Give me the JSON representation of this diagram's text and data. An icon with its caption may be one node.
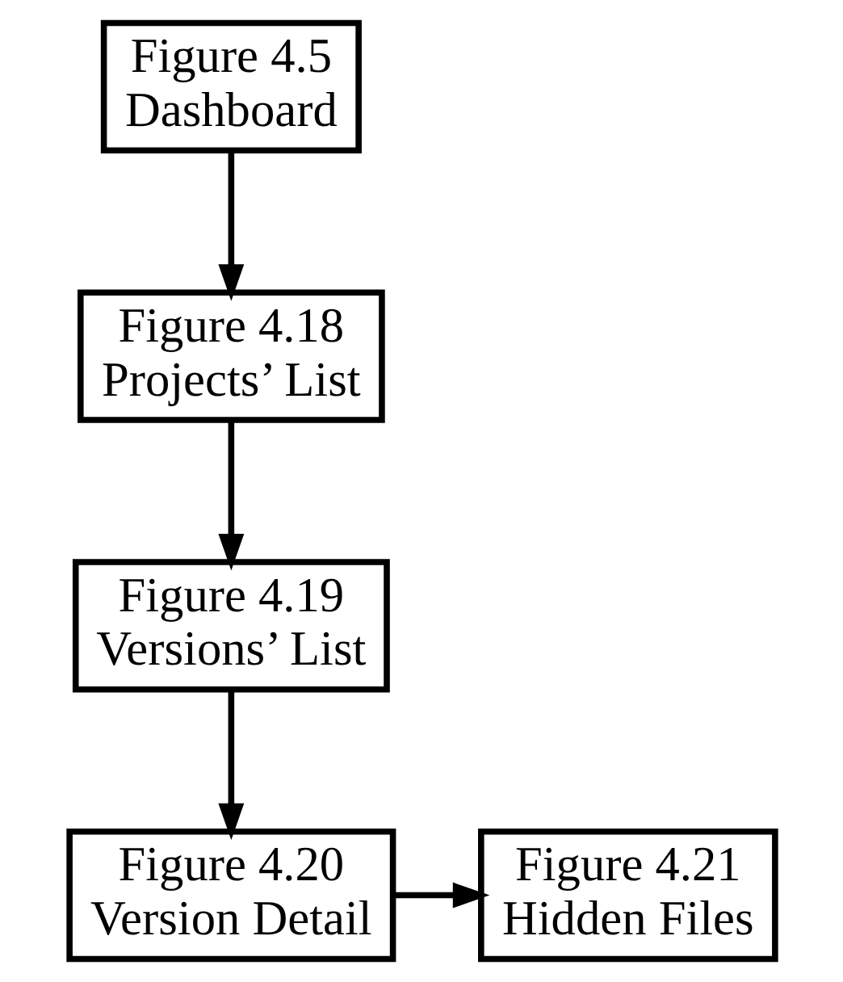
{
  "diagram": {
    "nodes": [
      {
        "text": [
          "Figure 4.5",
          "Dashboard"
        ]
      },
      {
        "text": [
          "Figure 4.18",
          "Projects’ List"
        ]
      },
      {
        "text": [
          "Figure 4.19",
          "Versions’ List"
        ]
      },
      {
        "text": [
          "Figure 4.20",
          "Version Detail"
        ]
      },
      {
        "text": [
          "Figure 4.21",
          "Hidden Files"
        ]
      }
    ],
    "edges": [
      {
        "from": 0,
        "to": 1,
        "arrow": "to"
      },
      {
        "from": 1,
        "to": 2,
        "arrow": "to"
      },
      {
        "from": 2,
        "to": 3,
        "arrow": "to"
      },
      {
        "from": 3,
        "to": 4,
        "arrow": "to"
      }
    ]
  }
}
